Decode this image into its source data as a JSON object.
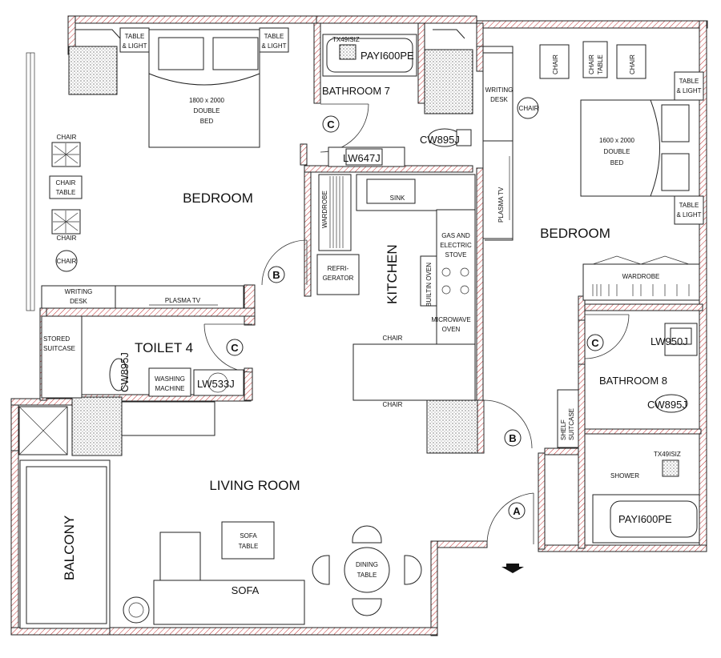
{
  "rooms": {
    "bedroom_left": "BEDROOM",
    "bedroom_right": "BEDROOM",
    "bathroom7": "BATHROOM 7",
    "bathroom8": "BATHROOM 8",
    "toilet4": "TOILET 4",
    "kitchen": "KITCHEN",
    "living_room": "LIVING ROOM",
    "balcony": "BALCONY"
  },
  "furniture": {
    "table_light": [
      "TABLE",
      "& LIGHT"
    ],
    "bed_left": [
      "1800 x 2000",
      "DOUBLE",
      "BED"
    ],
    "bed_right": [
      "1600 x 2000",
      "DOUBLE",
      "BED"
    ],
    "chair": "CHAIR",
    "chair_table": [
      "CHAIR",
      "TABLE"
    ],
    "writing_desk": [
      "WRITING",
      "DESK"
    ],
    "plasma_tv": "PLASMA TV",
    "stored_suitcase": [
      "STORED",
      "SUITCASE"
    ],
    "washing_machine": [
      "WASHING",
      "MACHINE"
    ],
    "wardrobe": "WARDROBE",
    "sink": "SINK",
    "refrigerator": [
      "REFRI-",
      "GERATOR"
    ],
    "builtin_oven": "BUILTIN OVEN",
    "gas_stove": [
      "GAS AND",
      "ELECTRIC",
      "STOVE"
    ],
    "microwave": [
      "MICROWAVE",
      "OVEN"
    ],
    "shelf_suitcase": [
      "SHELF",
      "SUITCASE"
    ],
    "shower": "SHOWER",
    "sofa": "SOFA",
    "sofa_table": [
      "SOFA",
      "TABLE"
    ],
    "dining_table": [
      "DINING",
      "TABLE"
    ]
  },
  "fixtures": {
    "tx49isiz": "TX49ISIZ",
    "pay1600pe": "PAYI600PE",
    "cw895j": "CW895J",
    "lw647j": "LW647J",
    "lw533j": "LW533J",
    "lw950j": "LW950J"
  },
  "doors": {
    "a": "A",
    "b": "B",
    "c": "C"
  }
}
